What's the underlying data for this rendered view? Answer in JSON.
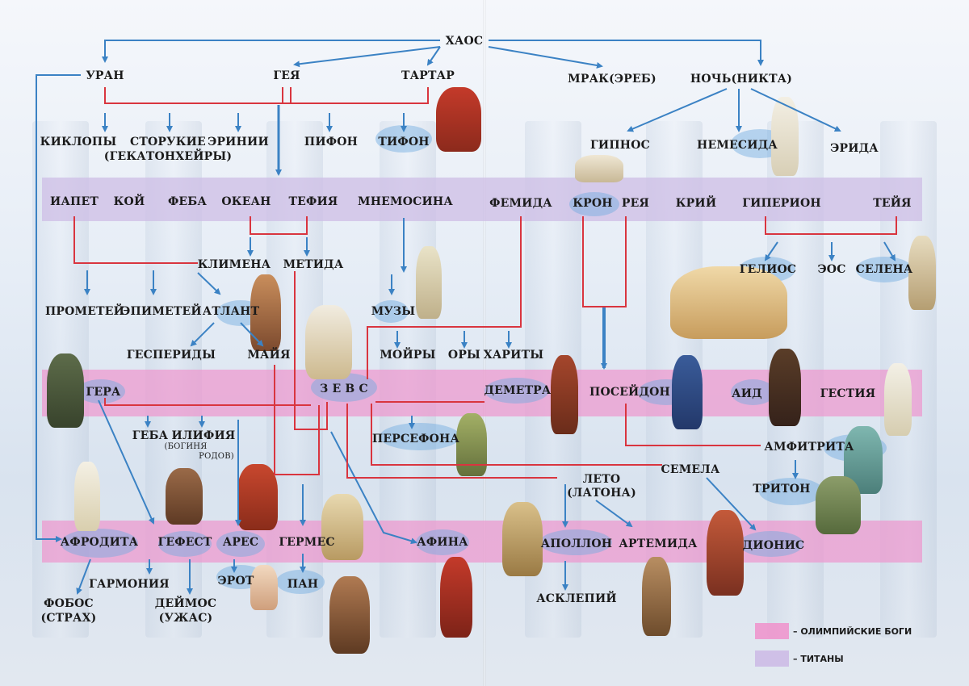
{
  "nodes": {
    "haos": "ХАОС",
    "uran": "УРАН",
    "geya": "ГЕЯ",
    "tartar": "ТАРТАР",
    "mrak": "МРАК(ЭРЕБ)",
    "noch": "НОЧЬ(НИКТА)",
    "kiklopy": "КИКЛОПЫ",
    "storukie": "СТОРУКИЕ",
    "gekatonheyry": "(ГЕКАТОНХЕЙРЫ)",
    "erinii": "ЭРИНИИ",
    "pifon": "ПИФОН",
    "tifon": "ТИФОН",
    "gipnos": "ГИПНОС",
    "nemesida": "НЕМЕСИДА",
    "erida": "ЭРИДА",
    "iapet": "ИАПЕТ",
    "koy": "КОЙ",
    "feba": "ФЕБА",
    "okean": "ОКЕАН",
    "tefiya": "ТЕФИЯ",
    "mnemosina": "МНЕМОСИНА",
    "femida": "ФЕМИДА",
    "kron": "КРОН",
    "reya": "РЕЯ",
    "kriy": "КРИЙ",
    "giperion": "ГИПЕРИОН",
    "teyya": "ТЕЙЯ",
    "klimena": "КЛИМЕНА",
    "metida": "МЕТИДА",
    "gelios": "ГЕЛИОС",
    "eos": "ЭОС",
    "selena": "СЕЛЕНА",
    "prometey": "ПРОМЕТЕЙ",
    "epimetey": "ЭПИМЕТЕЙ",
    "atlant": "АТЛАНТ",
    "muzy": "МУЗЫ",
    "gesperidy": "ГЕСПЕРИДЫ",
    "mayya": "МАЙЯ",
    "moyry": "МОЙРЫ",
    "ory": "ОРЫ",
    "harity": "ХАРИТЫ",
    "gera": "ГЕРА",
    "zevs": "З Е В С",
    "demetra": "ДЕМЕТРА",
    "poseydon": "ПОСЕЙДОН",
    "aid": "АИД",
    "gestiya": "ГЕСТИЯ",
    "geba": "ГЕБА",
    "iliflya": "ИЛИФИЯ",
    "iliflya_note": "(БОГИНЯ",
    "iliflya_note2": "РОДОВ)",
    "persefona": "ПЕРСЕФОНА",
    "amfitrita": "АМФИТРИТА",
    "leto": "ЛЕТО",
    "latona": "(ЛАТОНА)",
    "semela": "СЕМЕЛА",
    "triton": "ТРИТОН",
    "afrodita": "АФРОДИТА",
    "gefest": "ГЕФЕСТ",
    "ares": "АРЕС",
    "germes": "ГЕРМЕС",
    "afina": "АФИНА",
    "apollon": "АПОЛЛОН",
    "artemida": "АРТЕМИДА",
    "dionis": "ДИОНИС",
    "garmoniya": "ГАРМОНИЯ",
    "erot": "ЭРОТ",
    "pan": "ПАН",
    "asklepiy": "АСКЛЕПИЙ",
    "fobos": "ФОБОС",
    "fobos_note": "(СТРАХ)",
    "deymos": "ДЕЙМОС",
    "deymos_note": "(УЖАС)"
  },
  "legend": {
    "olympic": "– ОЛИМПИЙСКИЕ БОГИ",
    "titans": "– ТИТАНЫ"
  },
  "colors": {
    "titans_band": "#cdbee6",
    "olympic_band": "#ee96cd",
    "arrow_blue": "#3b82c4",
    "marriage_red": "#d9353f",
    "highlight_oval": "#6eaae1"
  }
}
